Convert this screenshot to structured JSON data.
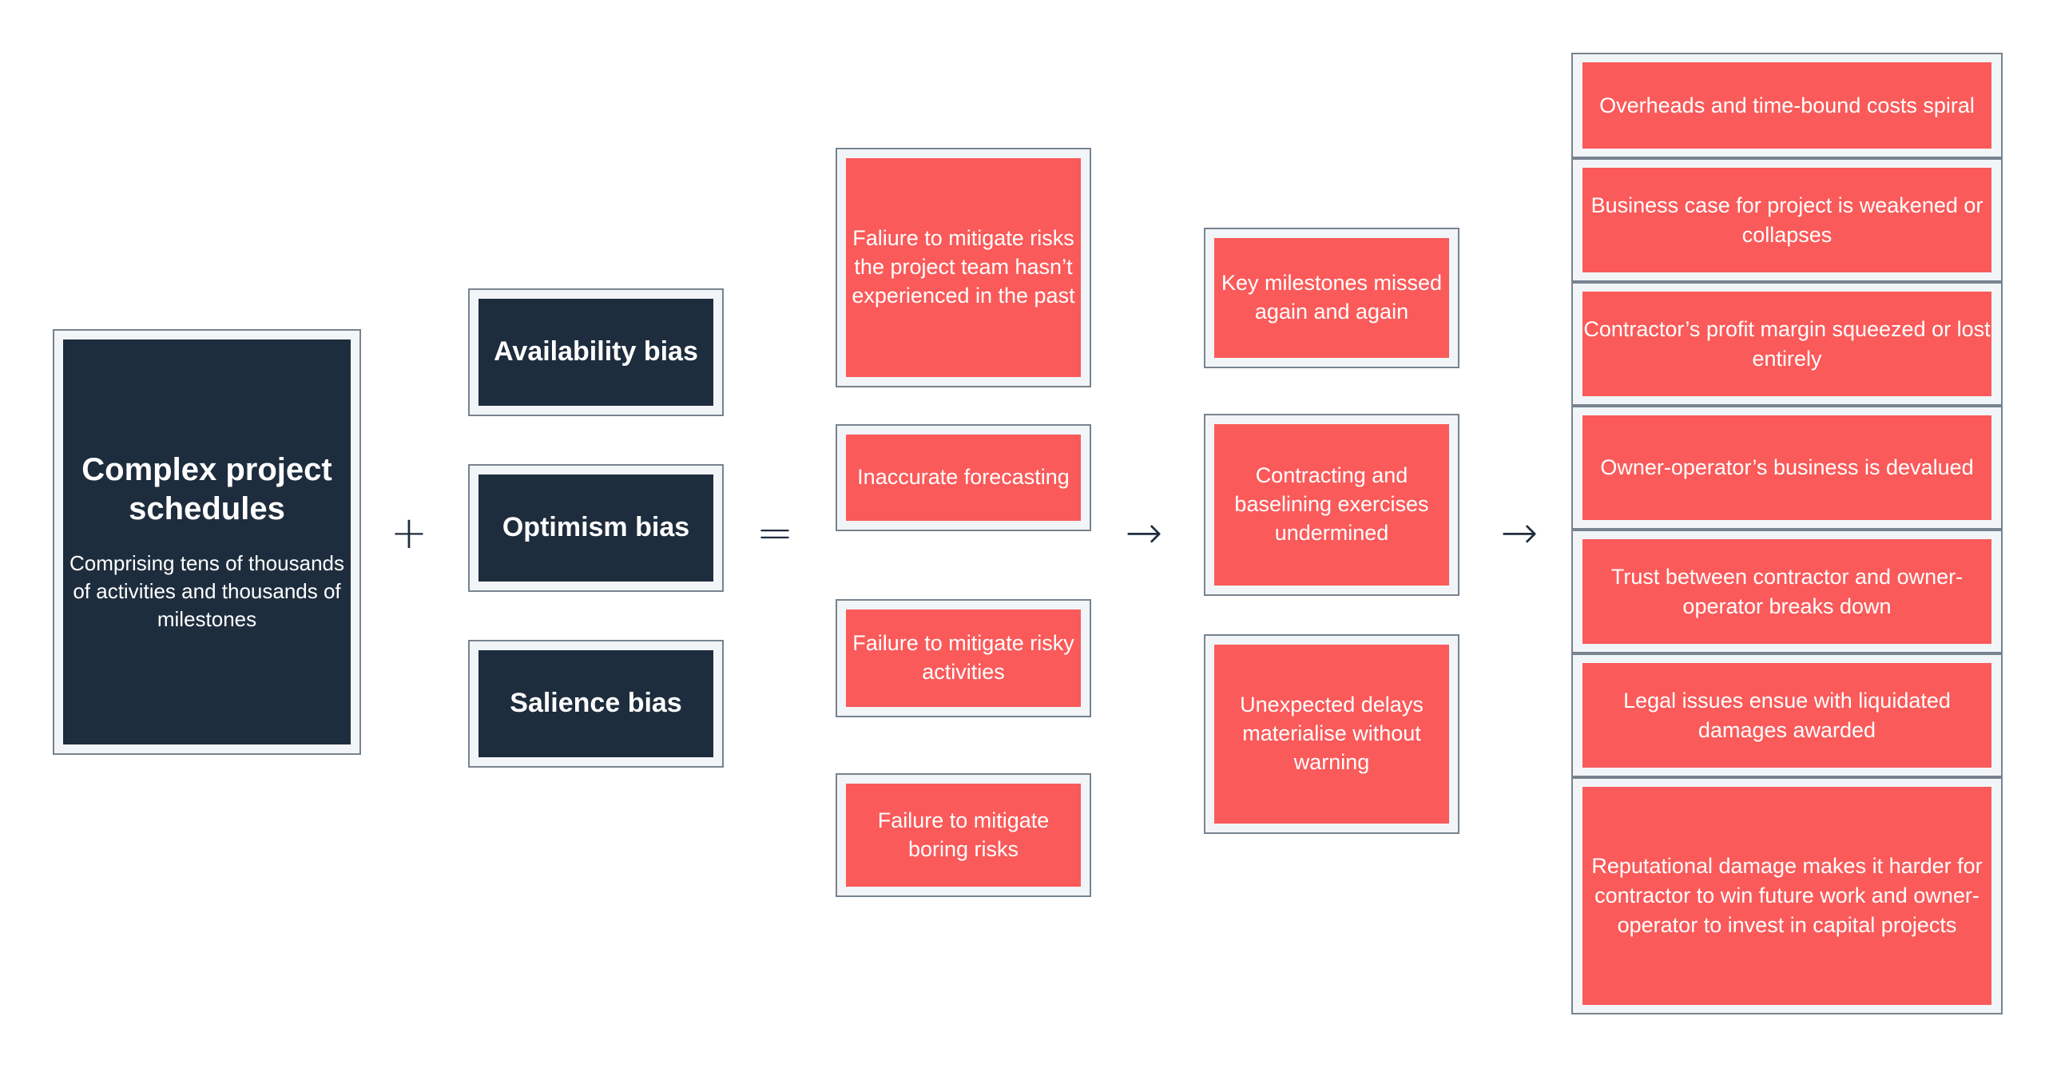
{
  "diagram": {
    "type": "causal-flow",
    "colors": {
      "navy": "#1E2D3D",
      "red": "#FA5A5A",
      "frame_border": "#77838F",
      "frame_inner": "#F2F5F7",
      "text": "#FFFFFF",
      "background": "#FFFFFF"
    },
    "source": {
      "title": "Complex project schedules",
      "subtitle": "Comprising tens of thousands of activities and thousands of milestones"
    },
    "operators": [
      {
        "name": "plus",
        "glyph": "+"
      },
      {
        "name": "equals",
        "glyph": "="
      },
      {
        "name": "arrow-1",
        "glyph": "→"
      },
      {
        "name": "arrow-2",
        "glyph": "→"
      }
    ],
    "biases": [
      {
        "label": "Availability bias"
      },
      {
        "label": "Optimism bias"
      },
      {
        "label": "Salience bias"
      }
    ],
    "effects": [
      {
        "label": "Faliure to mitigate risks the project team hasn’t experienced in the past"
      },
      {
        "label": "Inaccurate forecasting"
      },
      {
        "label": "Failure to mitigate risky activities"
      },
      {
        "label": "Failure to mitigate boring risks"
      }
    ],
    "consequences": [
      {
        "label": "Key milestones missed again and again"
      },
      {
        "label": "Contracting and baselining exercises undermined"
      },
      {
        "label": "Unexpected delays materialise without warning"
      }
    ],
    "outcomes": [
      {
        "label": "Overheads and time-bound costs spiral"
      },
      {
        "label": "Business case for project is weakened or collapses"
      },
      {
        "label": "Contractor’s profit margin squeezed or lost entirely"
      },
      {
        "label": "Owner-operator’s business is devalued"
      },
      {
        "label": "Trust between contractor and owner-operator breaks down"
      },
      {
        "label": "Legal issues ensue with liquidated damages awarded"
      },
      {
        "label": "Reputational damage makes it harder for contractor to win future work and owner-operator to invest in capital projects"
      }
    ]
  }
}
